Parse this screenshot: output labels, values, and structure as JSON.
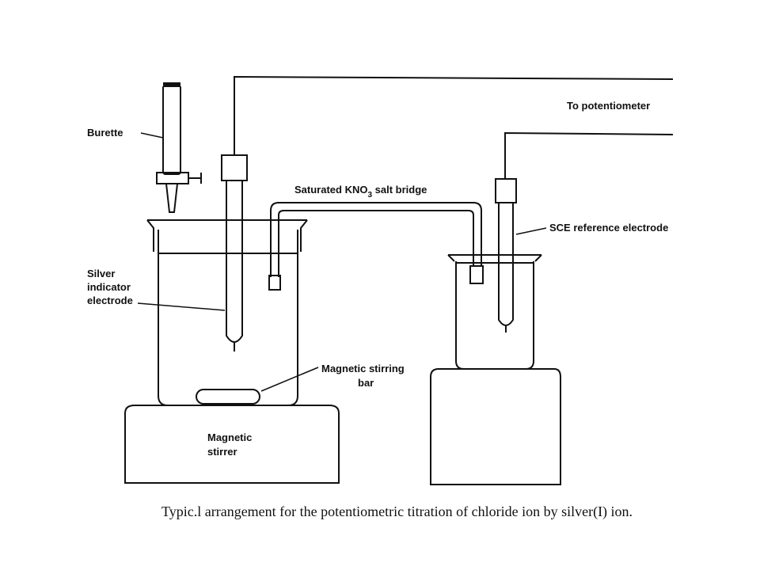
{
  "labels": {
    "burette": "Burette",
    "to_potentiometer": "To potentiometer",
    "salt_bridge_prefix": "Saturated KNO",
    "salt_bridge_sub": "3",
    "salt_bridge_suffix": " salt bridge",
    "sce": "SCE reference electrode",
    "silver_line1": "Silver",
    "silver_line2": "indicator",
    "silver_line3": "electrode",
    "stir_bar_line1": "Magnetic stirring",
    "stir_bar_line2": "bar",
    "stirrer_line1": "Magnetic",
    "stirrer_line2": "stirrer"
  },
  "caption": "Typic.l arrangement for the potentiometric titration of chloride ion by silver(I) ion."
}
